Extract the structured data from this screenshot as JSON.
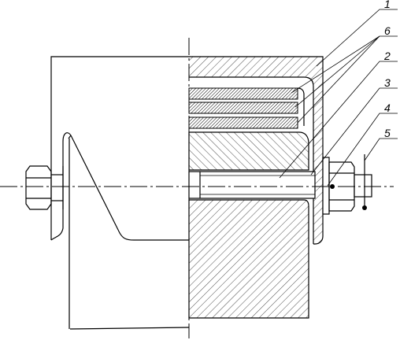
{
  "drawing": {
    "callouts": [
      {
        "id": "callout-1",
        "text": "1"
      },
      {
        "id": "callout-6",
        "text": "6"
      },
      {
        "id": "callout-2",
        "text": "2"
      },
      {
        "id": "callout-3",
        "text": "3"
      },
      {
        "id": "callout-4",
        "text": "4"
      },
      {
        "id": "callout-5",
        "text": "5"
      }
    ]
  }
}
